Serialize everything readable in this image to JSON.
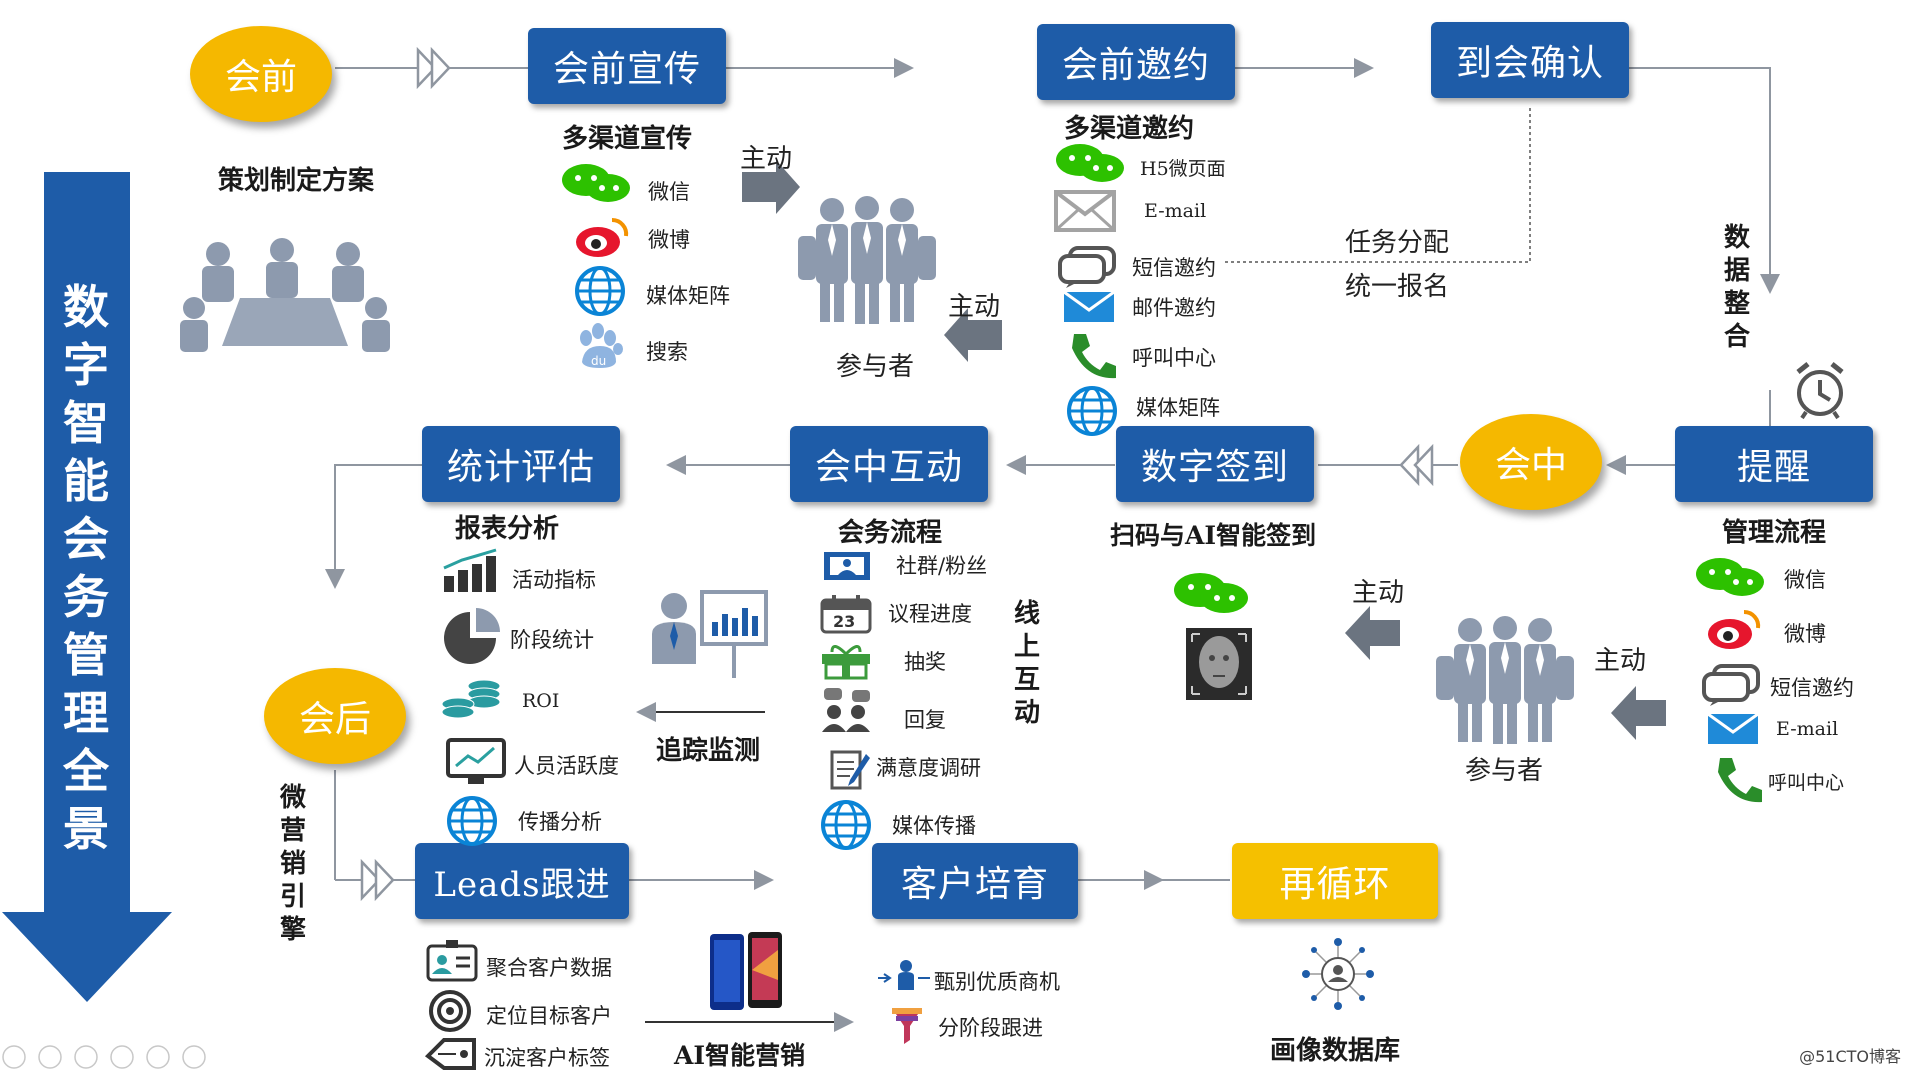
{
  "colors": {
    "blue": "#1e5ca8",
    "gold": "#f5b800",
    "line": "#8f96a0"
  },
  "side_title": "数字智能会务管理全景",
  "ovals": {
    "pre": "会前",
    "mid": "会中",
    "post": "会后"
  },
  "boxes": {
    "promo": "会前宣传",
    "invite": "会前邀约",
    "confirm": "到会确认",
    "remind": "提醒",
    "checkin": "数字签到",
    "interact": "会中互动",
    "stats": "统计评估",
    "leads": "Leads跟进",
    "nurture": "客户培育",
    "recycle": "再循环"
  },
  "pre": {
    "plan": "策划制定方案"
  },
  "promo": {
    "title": "多渠道宣传",
    "items": [
      "微信",
      "微博",
      "媒体矩阵",
      "搜索"
    ],
    "active": "主动",
    "participant": "参与者",
    "active2": "主动"
  },
  "invite": {
    "title": "多渠道邀约",
    "items": [
      "H5微页面",
      "E-mail",
      "短信邀约",
      "邮件邀约",
      "呼叫中心",
      "媒体矩阵"
    ]
  },
  "task": {
    "line1": "任务分配",
    "line2": "统一报名"
  },
  "data_merge": "数据整合",
  "remind": {
    "title": "管理流程",
    "items": [
      "微信",
      "微博",
      "短信邀约",
      "E-mail",
      "呼叫中心"
    ],
    "active": "主动",
    "participant": "参与者",
    "active2": "主动"
  },
  "checkin": {
    "title": "扫码与AI智能签到"
  },
  "interact": {
    "title": "会务流程",
    "items": [
      "社群/粉丝",
      "议程进度",
      "抽奖",
      "回复",
      "满意度调研",
      "媒体传播"
    ],
    "online": "线上互动"
  },
  "stats": {
    "title": "报表分析",
    "items": [
      "活动指标",
      "阶段统计",
      "ROI",
      "人员活跃度",
      "传播分析"
    ],
    "track": "追踪监测"
  },
  "micro": "微营销引擎",
  "leads": {
    "items": [
      "聚合客户数据",
      "定位目标客户",
      "沉淀客户标签"
    ],
    "ai": "AI智能营销"
  },
  "nurture": {
    "items": [
      "甄别优质商机",
      "分阶段跟进"
    ]
  },
  "recycle": {
    "db": "画像数据库"
  },
  "watermark": "@51CTO博客"
}
